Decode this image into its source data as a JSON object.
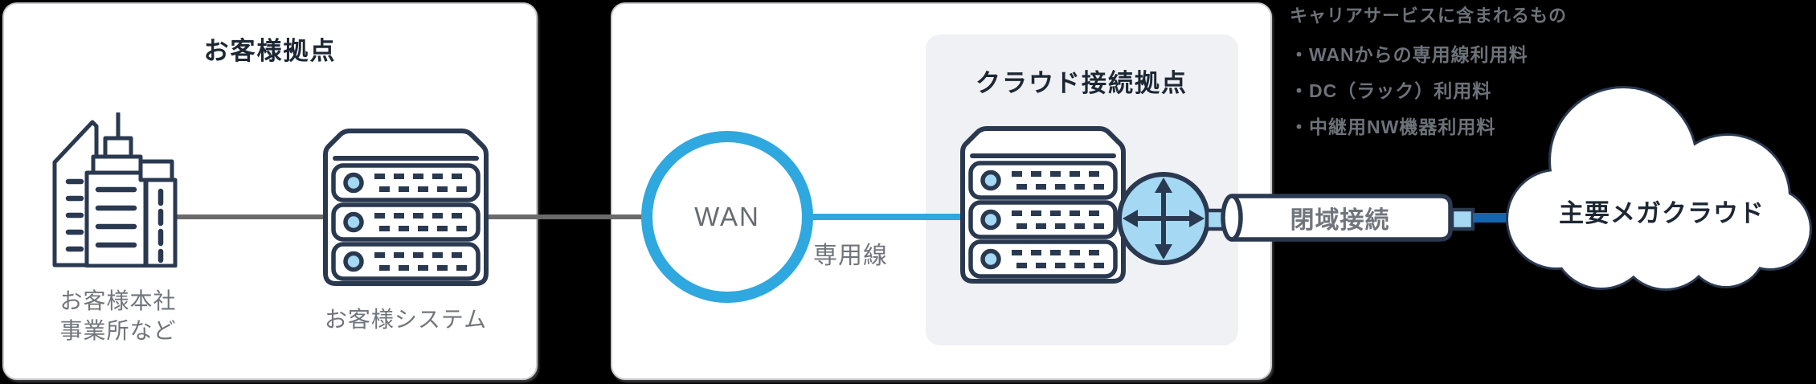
{
  "panel_customer": {
    "title": "お客様拠点",
    "building_label_line1": "お客様本社",
    "building_label_line2": "事業所など",
    "server_label": "お客様システム"
  },
  "wan": {
    "label": "WAN",
    "line_label": "専用線"
  },
  "panel_cloud": {
    "title": "クラウド接続拠点"
  },
  "pipe": {
    "label": "閉域接続"
  },
  "cloud": {
    "label": "主要メガクラウド"
  },
  "notes": {
    "title": "キャリアサービスに含まれるもの",
    "items": [
      "・WANからの専用線利用料",
      "・DC（ラック）利用料",
      "・中継用NW機器利用料"
    ]
  },
  "colors": {
    "accent_blue": "#2fa8df",
    "navy_outline": "#2a3950",
    "light_blue_fill": "#a5d8f2",
    "dark_blue_link": "#1565ae",
    "gray_text": "#70757c",
    "title_text": "#1d2734",
    "connector_gray": "#6a6a6a",
    "panel_bg": "#ffffff",
    "inner_box_bg": "#eff1f4",
    "background": "#000000"
  }
}
